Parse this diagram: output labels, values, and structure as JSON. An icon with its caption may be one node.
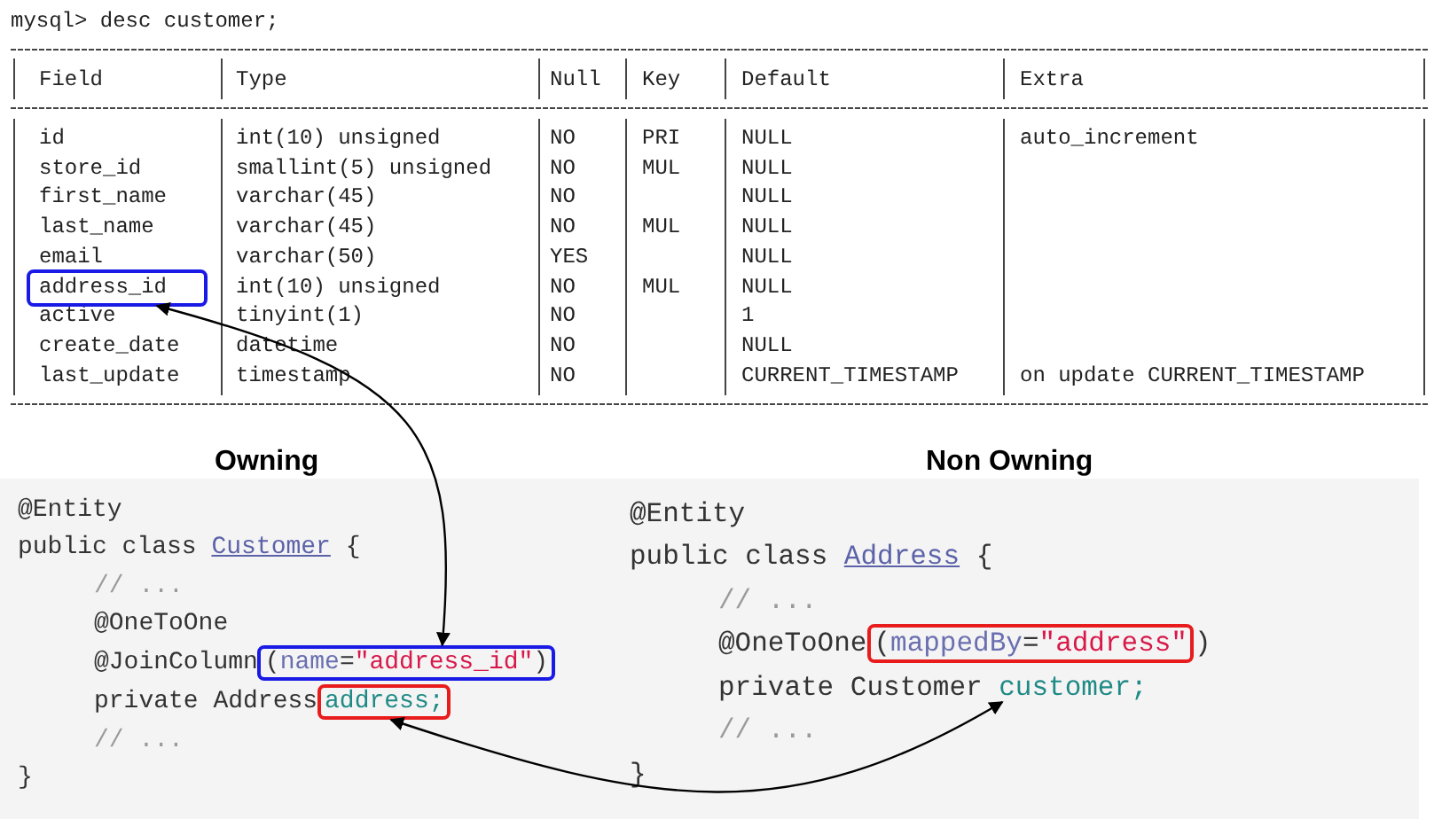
{
  "diagram": {
    "nodes": [
      {
        "text": [
          "address_id"
        ]
      },
      {
        "text": [
          "(name=\"address_id\")"
        ]
      },
      {
        "text": [
          "address;"
        ]
      },
      {
        "text": [
          "(mappedBy=\"address\""
        ]
      },
      {
        "text": [
          "customer;"
        ]
      }
    ],
    "edges": [
      {
        "from": 0,
        "to": 1,
        "arrow": "both"
      },
      {
        "from": 2,
        "to": 4,
        "arrow": "both"
      }
    ],
    "labels": [
      "mysql> desc customer;",
      "Field",
      "Type",
      "Null",
      "Key",
      "Default",
      "Extra",
      "id",
      "int(10) unsigned",
      "NO",
      "PRI",
      "NULL",
      "auto_increment",
      "store_id",
      "smallint(5) unsigned",
      "NO",
      "MUL",
      "NULL",
      "first_name",
      "varchar(45)",
      "NO",
      "NULL",
      "last_name",
      "varchar(45)",
      "NO",
      "MUL",
      "NULL",
      "email",
      "varchar(50)",
      "YES",
      "NULL",
      "int(10) unsigned",
      "NO",
      "MUL",
      "NULL",
      "active",
      "tinyint(1)",
      "NO",
      "1",
      "create_date",
      "datetime",
      "NO",
      "NULL",
      "last_update",
      "timestamp",
      "NO",
      "CURRENT_TIMESTAMP",
      "on update CURRENT_TIMESTAMP",
      "Owning",
      "Non Owning",
      "@Entity",
      "public class",
      "Customer",
      "{",
      "// ...",
      "@OneToOne",
      "@JoinColumn",
      "private Address",
      "// ...",
      "}",
      "@Entity",
      "public class",
      "Address",
      "{",
      "// ...",
      "@OneToOne",
      ")",
      "private Customer",
      "// ...",
      "}"
    ]
  }
}
